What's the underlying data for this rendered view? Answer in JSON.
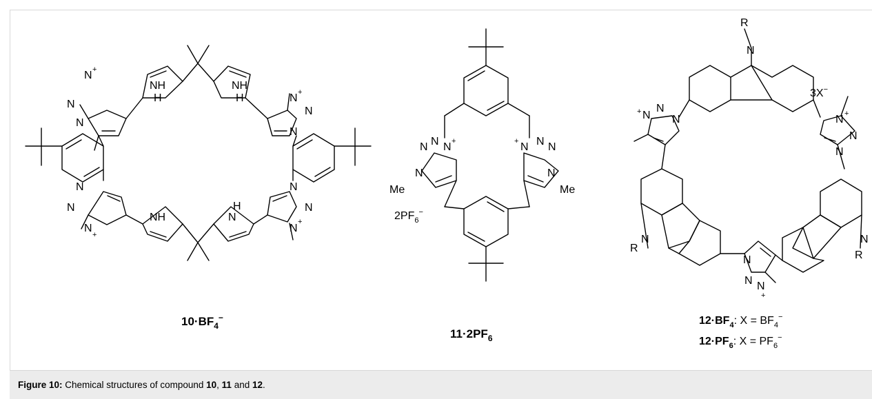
{
  "figure": {
    "caption": {
      "label": "Figure 10:",
      "pre": "Chemical structures of compound ",
      "n1": "10",
      "sep1": ", ",
      "n2": "11",
      "sep2": " and ",
      "n3": "12",
      "end": "."
    },
    "compound10": {
      "name": "10·BF",
      "sub": "4",
      "sup": "−"
    },
    "compound11": {
      "name": "11·2PF",
      "sub": "6",
      "counterion": "2PF",
      "counterion_sub": "6",
      "counterion_sup": "−",
      "me": "Me"
    },
    "compound12": {
      "line1_name": "12·BF",
      "line1_sub": "4",
      "line1_rest": ": X = BF",
      "line1_rest_sub": "4",
      "line1_rest_sup": "−",
      "line2_name": "12·PF",
      "line2_sub": "6",
      "line2_rest": ": X = PF",
      "line2_rest_sub": "6",
      "line2_rest_sup": "−",
      "counterion": "3X",
      "counterion_sup": "−",
      "r": "R"
    },
    "atoms": {
      "N": "N",
      "NH": "NH",
      "H": "H",
      "plus": "+"
    }
  }
}
